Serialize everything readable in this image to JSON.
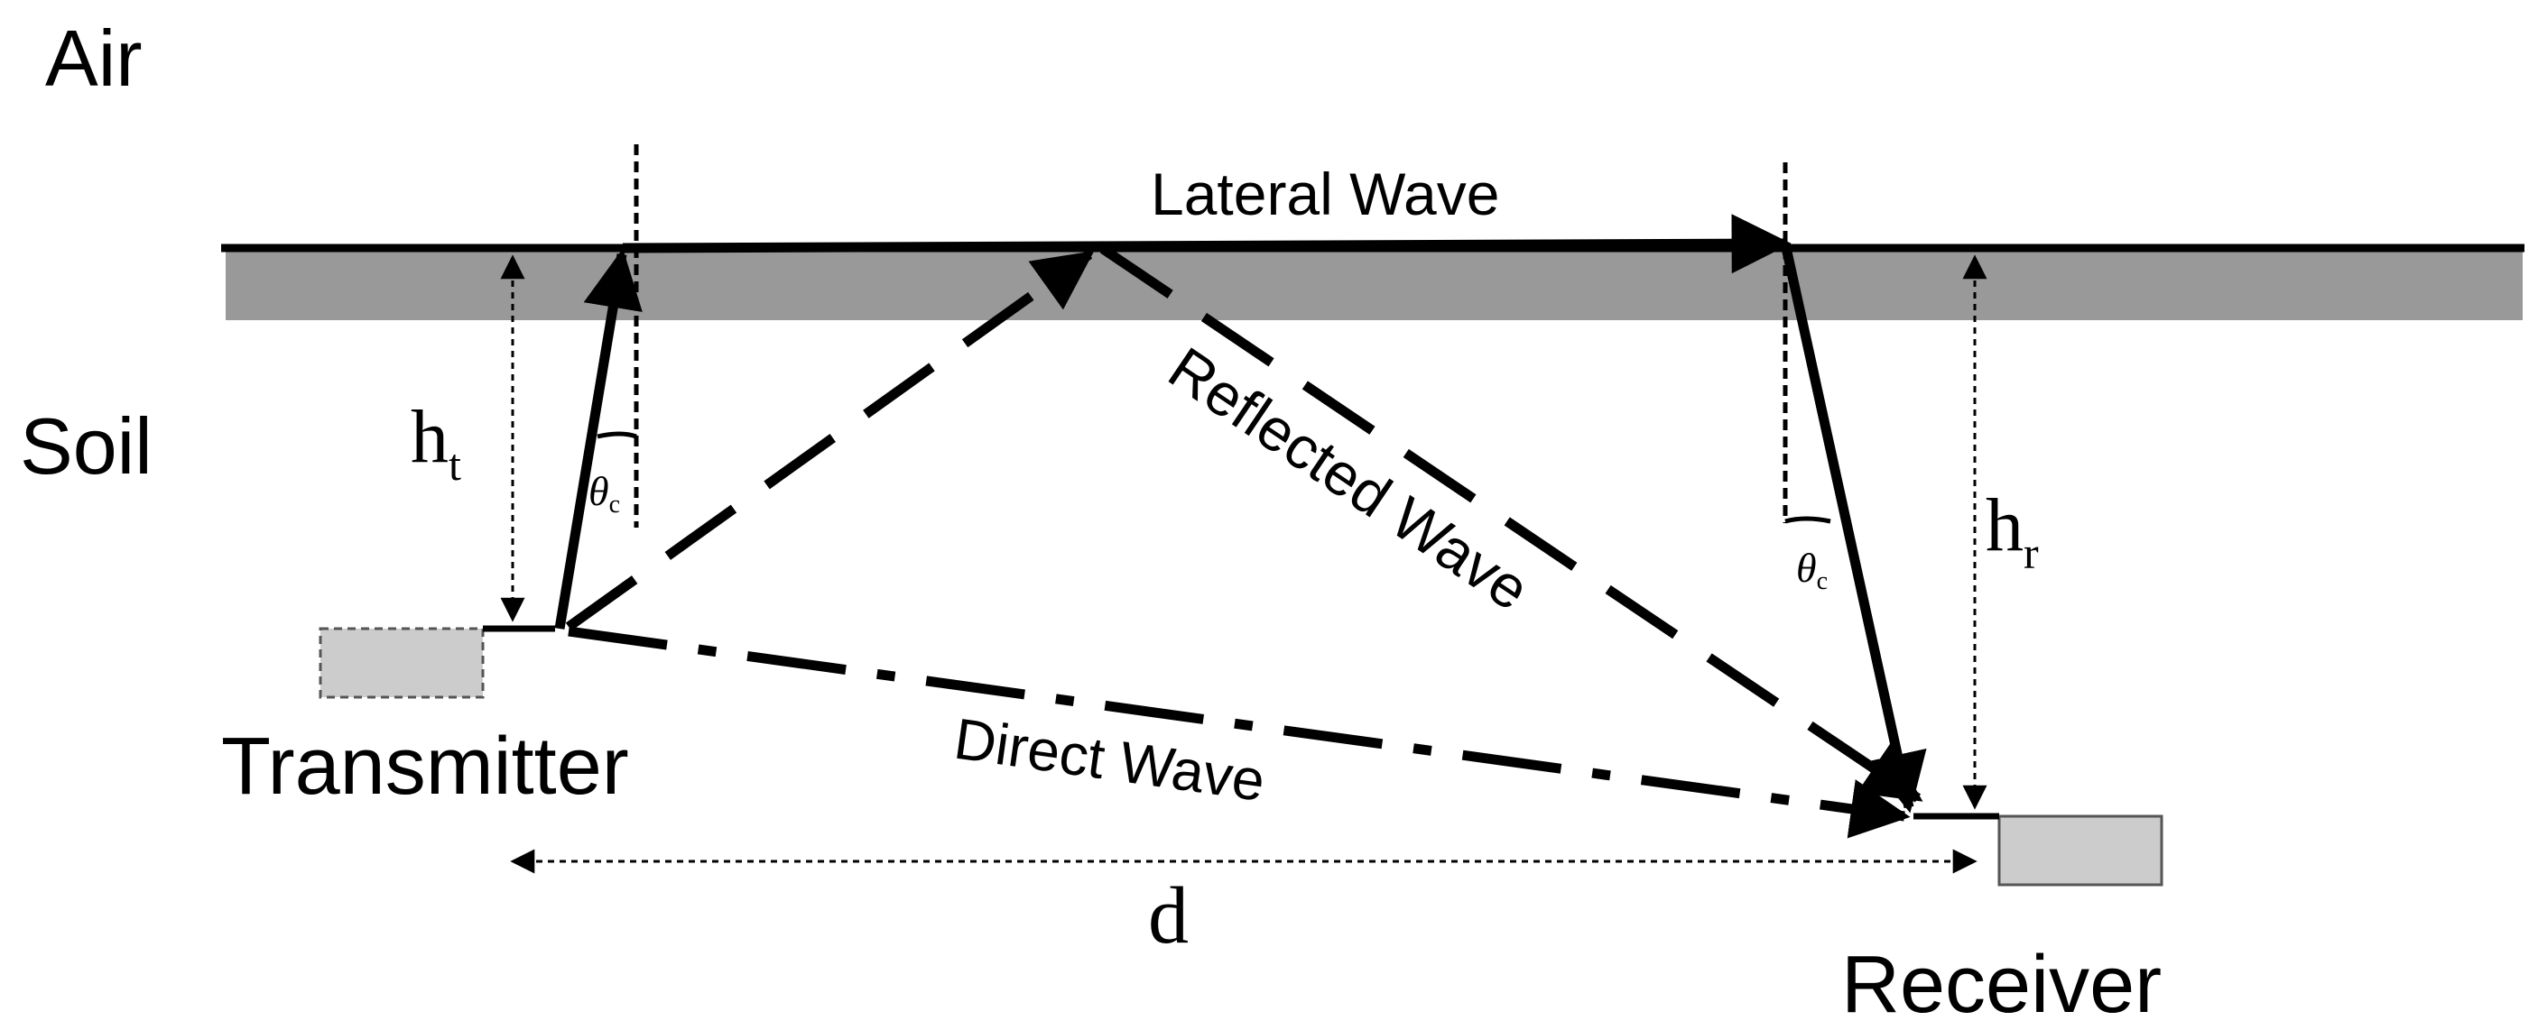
{
  "diagram": {
    "media": {
      "air": "Air",
      "soil": "Soil"
    },
    "devices": {
      "transmitter": "Transmitter",
      "receiver": "Receiver"
    },
    "waves": {
      "lateral": "Lateral Wave",
      "reflected": "Reflected Wave",
      "direct": "Direct Wave"
    },
    "dimensions": {
      "ht_base": "h",
      "ht_sub": "t",
      "hr_base": "h",
      "hr_sub": "r",
      "distance": "d"
    },
    "angles": {
      "critical_base": "θ",
      "critical_sub": "c"
    },
    "colors": {
      "ink": "#000000",
      "surface_band": "#999999",
      "device_fill": "#cccccc",
      "device_stroke": "#555555"
    }
  }
}
